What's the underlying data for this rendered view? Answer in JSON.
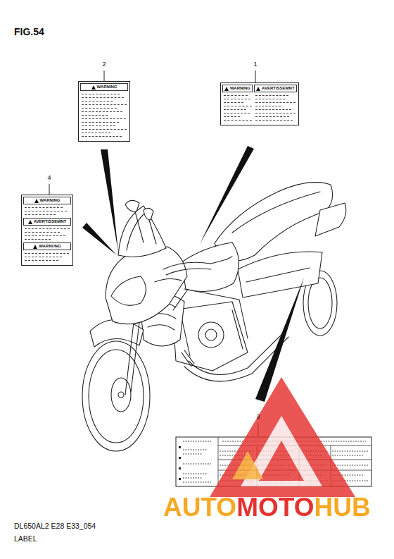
{
  "diagram": {
    "title": "FIG.54",
    "caption": "DL650AL2 E28 E33_054",
    "nodes": [
      {
        "text": [
          "WARNING"
        ]
      },
      {
        "text": [
          "WARNING",
          "AVERTISSEMNT"
        ]
      },
      {
        "text": [
          "WARNING",
          "AVERTISSEMNT",
          "WARNUNG"
        ]
      }
    ],
    "labels": [
      "2",
      "1",
      "4",
      "3",
      "AUTOMOTOHUB",
      "LABEL"
    ]
  }
}
